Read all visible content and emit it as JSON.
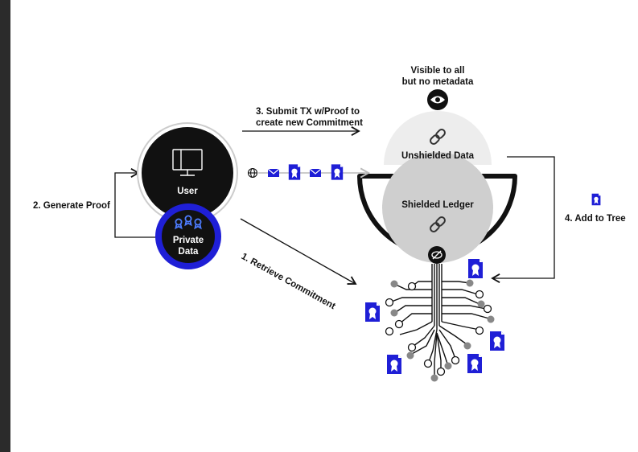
{
  "labels": {
    "visible_line1": "Visible to all",
    "visible_line2": "but no metadata",
    "submit_line1": "3. Submit TX w/Proof to",
    "submit_line2": "create new Commitment",
    "unshielded_data": "Unshielded Data",
    "shielded_ledger": "Shielded Ledger",
    "generate_proof": "2. Generate Proof",
    "user": "User",
    "private_line1": "Private",
    "private_line2": "Data",
    "retrieve_commitment": "1. Retrieve Commitment",
    "add_to_tree": "4. Add to Tree"
  },
  "icons": {
    "eye": "eye-icon",
    "link_top": "chain-link-icon",
    "link_bottom": "chain-link-icon",
    "monitor": "monitor-icon",
    "globe": "globe-icon",
    "envelope": "envelope-icon",
    "document": "certificate-document-icon",
    "ribbons": "award-ribbon-icon",
    "eye_off": "eye-slash-icon"
  },
  "colors": {
    "accent_blue": "#1f1fd6",
    "dark": "#111111",
    "light_gray": "#ededed",
    "mid_gray": "#cfcfcf"
  }
}
